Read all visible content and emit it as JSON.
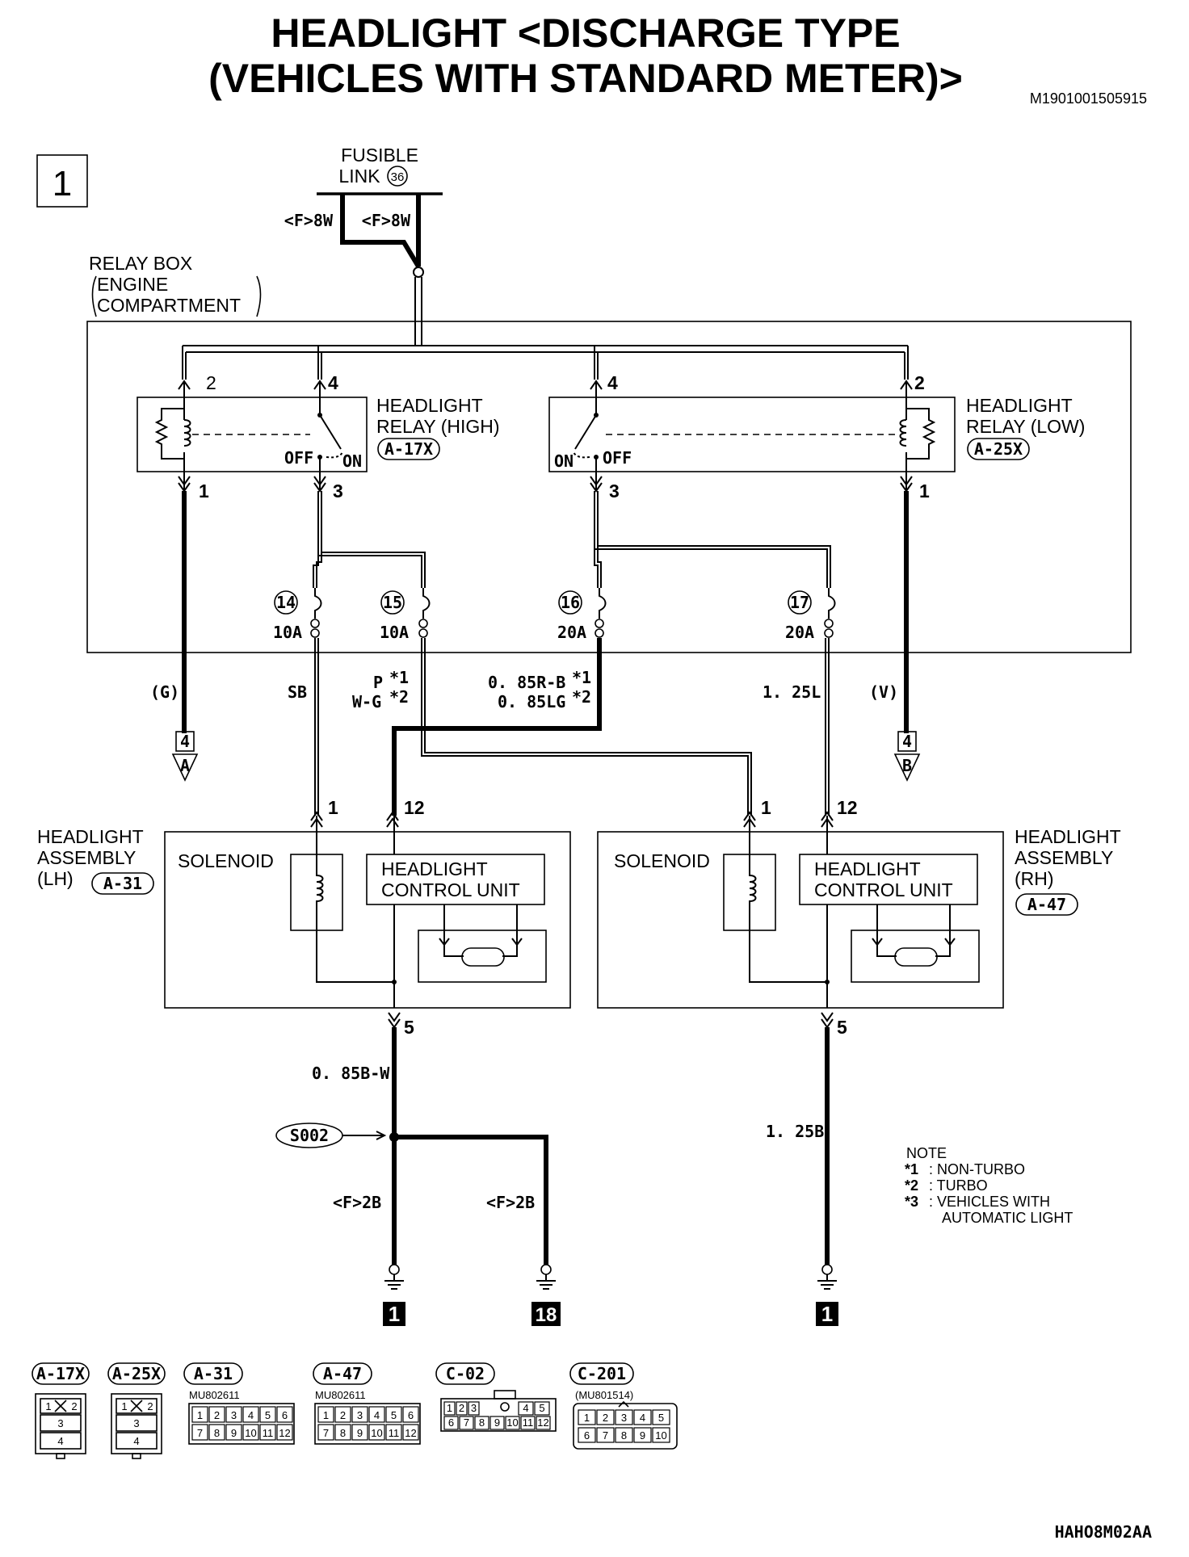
{
  "title_line1": "HEADLIGHT <DISCHARGE TYPE",
  "title_line2": "(VEHICLES WITH STANDARD METER)>",
  "doc_code": "M1901001505915",
  "page_badge": "1",
  "fusible_link": {
    "label1": "FUSIBLE",
    "label2": "LINK",
    "number": "36",
    "wire_left": "<F>8W",
    "wire_right": "<F>8W"
  },
  "relay_box": {
    "line1": "RELAY BOX",
    "line2": "ENGINE",
    "line3": "COMPARTMENT"
  },
  "relay_high": {
    "name1": "HEADLIGHT",
    "name2": "RELAY (HIGH)",
    "connector": "A-17X",
    "pin_coil_top": "2",
    "pin_switch_top": "4",
    "pin_coil_bottom": "1",
    "pin_switch_bottom": "3",
    "off": "OFF",
    "on": "ON"
  },
  "relay_low": {
    "name1": "HEADLIGHT",
    "name2": "RELAY (LOW)",
    "connector": "A-25X",
    "pin_coil_top": "2",
    "pin_switch_top": "4",
    "pin_coil_bottom": "1",
    "pin_switch_bottom": "3",
    "off": "OFF",
    "on": "ON"
  },
  "fuses": [
    {
      "number": "14",
      "rating": "10A"
    },
    {
      "number": "15",
      "rating": "10A"
    },
    {
      "number": "16",
      "rating": "20A"
    },
    {
      "number": "17",
      "rating": "20A"
    }
  ],
  "wires": {
    "g": "(G)",
    "sb": "SB",
    "p": "P",
    "p_mark": "*1",
    "wg": "W-G",
    "wg_mark": "*2",
    "r_b": "0. 85R-B",
    "r_b_mark": "*1",
    "lg": "0. 85LG",
    "lg_mark": "*2",
    "l125": "1. 25L",
    "v": "(V)",
    "b_w": "0. 85B-W",
    "b125": "1. 25B",
    "f2b_left": "<F>2B",
    "f2b_right": "<F>2B"
  },
  "offpage": [
    {
      "number": "4",
      "letter": "A"
    },
    {
      "number": "4",
      "letter": "B"
    }
  ],
  "assembly_lh": {
    "line1": "HEADLIGHT",
    "line2": "ASSEMBLY",
    "line3": "(LH)",
    "connector": "A-31",
    "solenoid": "SOLENOID",
    "ctrl1": "HEADLIGHT",
    "ctrl2": "CONTROL UNIT",
    "pin_a": "1",
    "pin_b": "12",
    "pin_gnd": "5"
  },
  "assembly_rh": {
    "line1": "HEADLIGHT",
    "line2": "ASSEMBLY",
    "line3": "(RH)",
    "connector": "A-47",
    "solenoid": "SOLENOID",
    "ctrl1": "HEADLIGHT",
    "ctrl2": "CONTROL UNIT",
    "pin_a": "1",
    "pin_b": "12",
    "pin_gnd": "5"
  },
  "splice": "S002",
  "grounds": [
    "1",
    "18",
    "1"
  ],
  "note": {
    "title": "NOTE",
    "items": [
      {
        "mark": "*1",
        "text": ": NON-TURBO"
      },
      {
        "mark": "*2",
        "text": ": TURBO"
      },
      {
        "mark": "*3",
        "text": ": VEHICLES WITH"
      }
    ],
    "item3_line2": "AUTOMATIC LIGHT"
  },
  "connectors": {
    "a17x": {
      "label": "A-17X",
      "row1": [
        "1",
        "2"
      ],
      "row2": "3",
      "row3": "4"
    },
    "a25x": {
      "label": "A-25X",
      "row1": [
        "1",
        "2"
      ],
      "row2": "3",
      "row3": "4"
    },
    "a31": {
      "label": "A-31",
      "part": "MU802611",
      "row1": [
        "1",
        "2",
        "3",
        "4",
        "5",
        "6"
      ],
      "row2": [
        "7",
        "8",
        "9",
        "10",
        "11",
        "12"
      ]
    },
    "a47": {
      "label": "A-47",
      "part": "MU802611",
      "row1": [
        "1",
        "2",
        "3",
        "4",
        "5",
        "6"
      ],
      "row2": [
        "7",
        "8",
        "9",
        "10",
        "11",
        "12"
      ]
    },
    "c02": {
      "label": "C-02",
      "row1": [
        "1",
        "2",
        "3",
        "4",
        "5"
      ],
      "row2": [
        "6",
        "7",
        "8",
        "9",
        "10",
        "11",
        "12"
      ]
    },
    "c201": {
      "label": "C-201",
      "part": "(MU801514)",
      "row1": [
        "1",
        "2",
        "3",
        "4",
        "5"
      ],
      "row2": [
        "6",
        "7",
        "8",
        "9",
        "10"
      ]
    }
  },
  "footer_code": "HAHO8M02AA"
}
